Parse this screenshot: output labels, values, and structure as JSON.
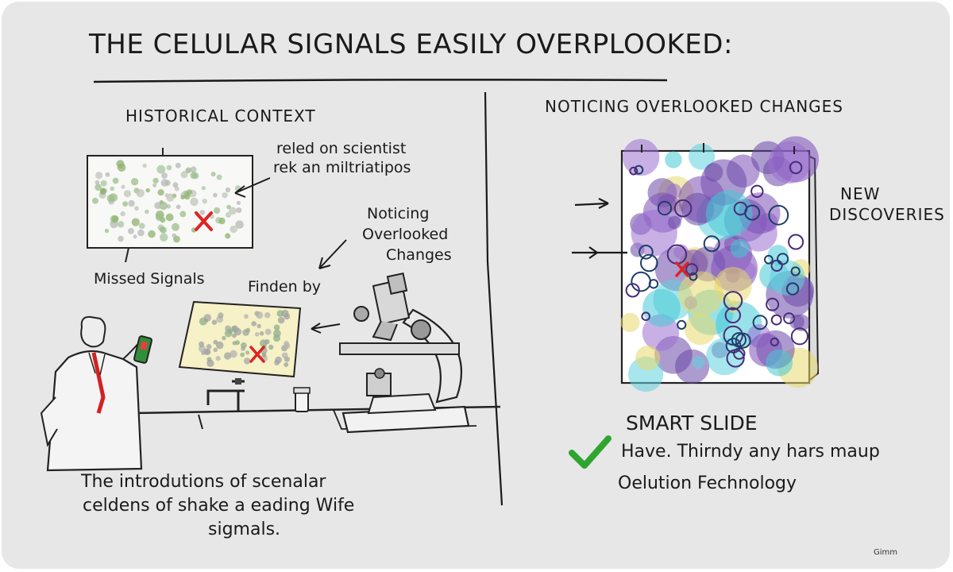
{
  "title": "THE CELULAR SIGNALS EASILY OVERPLOOKED:",
  "left": {
    "heading": "HISTORICAL CONTEXT",
    "note_line1": "reled on scientist",
    "note_line2": "rek an miltriatipos",
    "noticing_1": "Noticing",
    "noticing_2": "Overlooked",
    "noticing_3": "Changes",
    "missed": "Missed Signals",
    "finden": "Finden by",
    "caption_1": "The introdutions of scenalar",
    "caption_2": "celdens of shake a eading Wife",
    "caption_3": "sigmals."
  },
  "right": {
    "heading": "NOTICING OVERLOOKED CHANGES",
    "new_1": "NEW",
    "new_2": "DISCOVERIES",
    "smart": "SMART SLIDE",
    "line_1": "Have. Thirndy any hars maup",
    "line_2": "Oelution Fechnology"
  },
  "signature": "Gimm",
  "colors": {
    "background": "#e7e7e8",
    "ink": "#1a1a1a",
    "mark_red": "#e02222",
    "check_green": "#2fa52f",
    "slide_yellow": "#f6f1c6",
    "cyan": "#45c9d6",
    "purple": "#7b4fb6",
    "tie_red": "#d42020"
  },
  "icons": [
    "red-x-icon",
    "green-check-icon",
    "arrow-icon",
    "microscope-icon",
    "scientist-icon",
    "smartphone-icon",
    "faucet-icon",
    "jar-icon"
  ]
}
